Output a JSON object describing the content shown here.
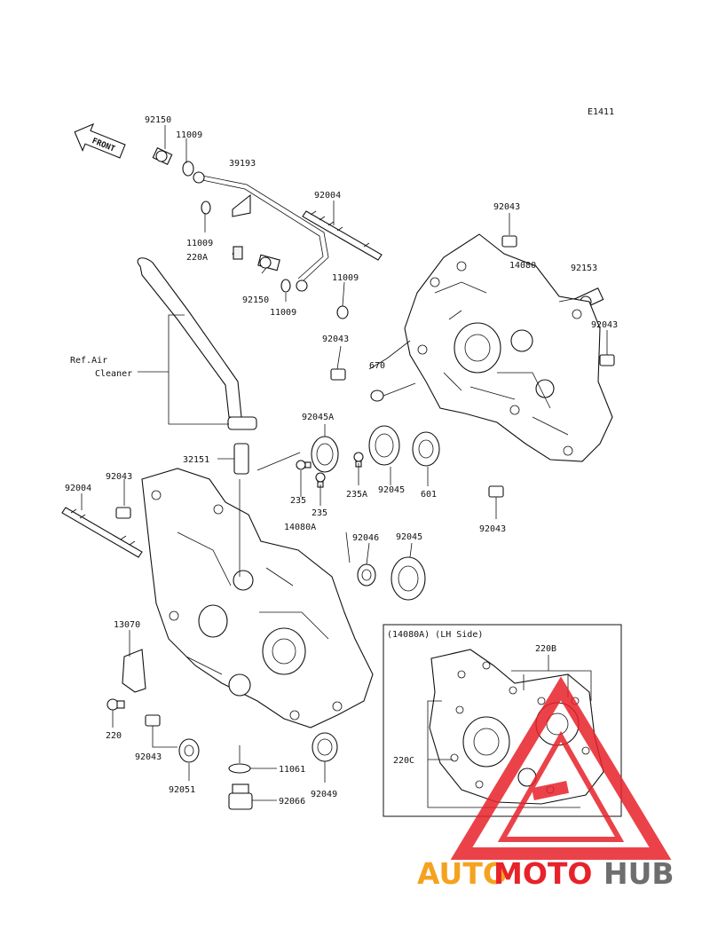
{
  "diagram_code": "E1411",
  "front_label": "FRONT",
  "ref_air_cleaner": [
    "Ref.Air",
    "Cleaner"
  ],
  "inset_title": "(14080A) (LH Side)",
  "inset_labels": {
    "b": "220B",
    "c": "220C"
  },
  "watermark": {
    "auto": "AUTO",
    "moto": "MOTO",
    "hub": "HUB"
  },
  "parts": {
    "p92150a": "92150",
    "p11009a": "11009",
    "p39193": "39193",
    "p11009b": "11009",
    "p220A": "220A",
    "p92004a": "92004",
    "p92043a": "92043",
    "p14080": "14080",
    "p92153": "92153",
    "p92150b": "92150",
    "p11009c": "11009",
    "p11009d": "11009",
    "p92043b": "92043",
    "p92043c": "92043",
    "p670": "670",
    "p92045A": "92045A",
    "p32151": "32151",
    "p92043d": "92043",
    "p92004b": "92004",
    "p235a": "235",
    "p235b": "235",
    "p235A": "235A",
    "p92045a": "92045",
    "p601": "601",
    "p92043e": "92043",
    "p14080A": "14080A",
    "p92046": "92046",
    "p92045b": "92045",
    "p13070": "13070",
    "p220": "220",
    "p92043f": "92043",
    "p11061": "11061",
    "p92051": "92051",
    "p92066": "92066",
    "p92049": "92049"
  },
  "colors": {
    "watermark_red": "#e8222a",
    "watermark_orange": "#f5a21f",
    "watermark_gray": "#6e6e6e"
  }
}
